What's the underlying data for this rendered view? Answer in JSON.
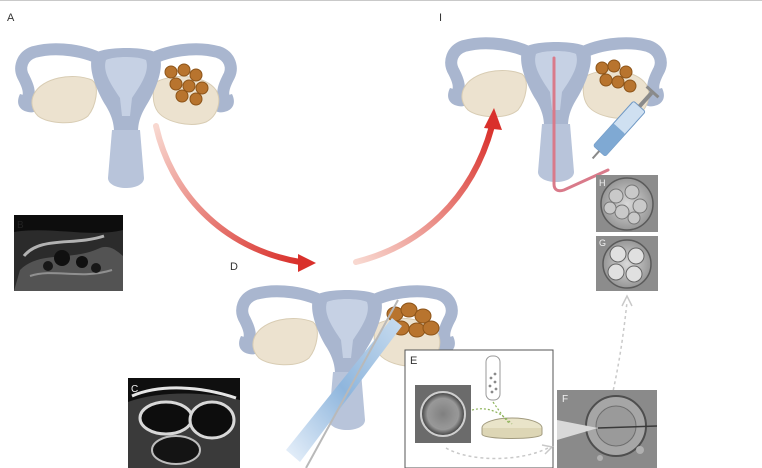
{
  "panels": {
    "A": "A",
    "B": "B",
    "C": "C",
    "D": "D",
    "E": "E",
    "F": "F",
    "G": "G",
    "H": "H",
    "I": "I"
  },
  "colors": {
    "uterus": "#a9b6cf",
    "uterus_inner": "#c6d1e4",
    "ovary": "#ece2cf",
    "follicle": "#b8742e",
    "arrow_red": "#d9302b",
    "needle_blue": "#8fb6dd",
    "catheter_pink": "#d97a8a",
    "dish": "#e9e4c9"
  }
}
